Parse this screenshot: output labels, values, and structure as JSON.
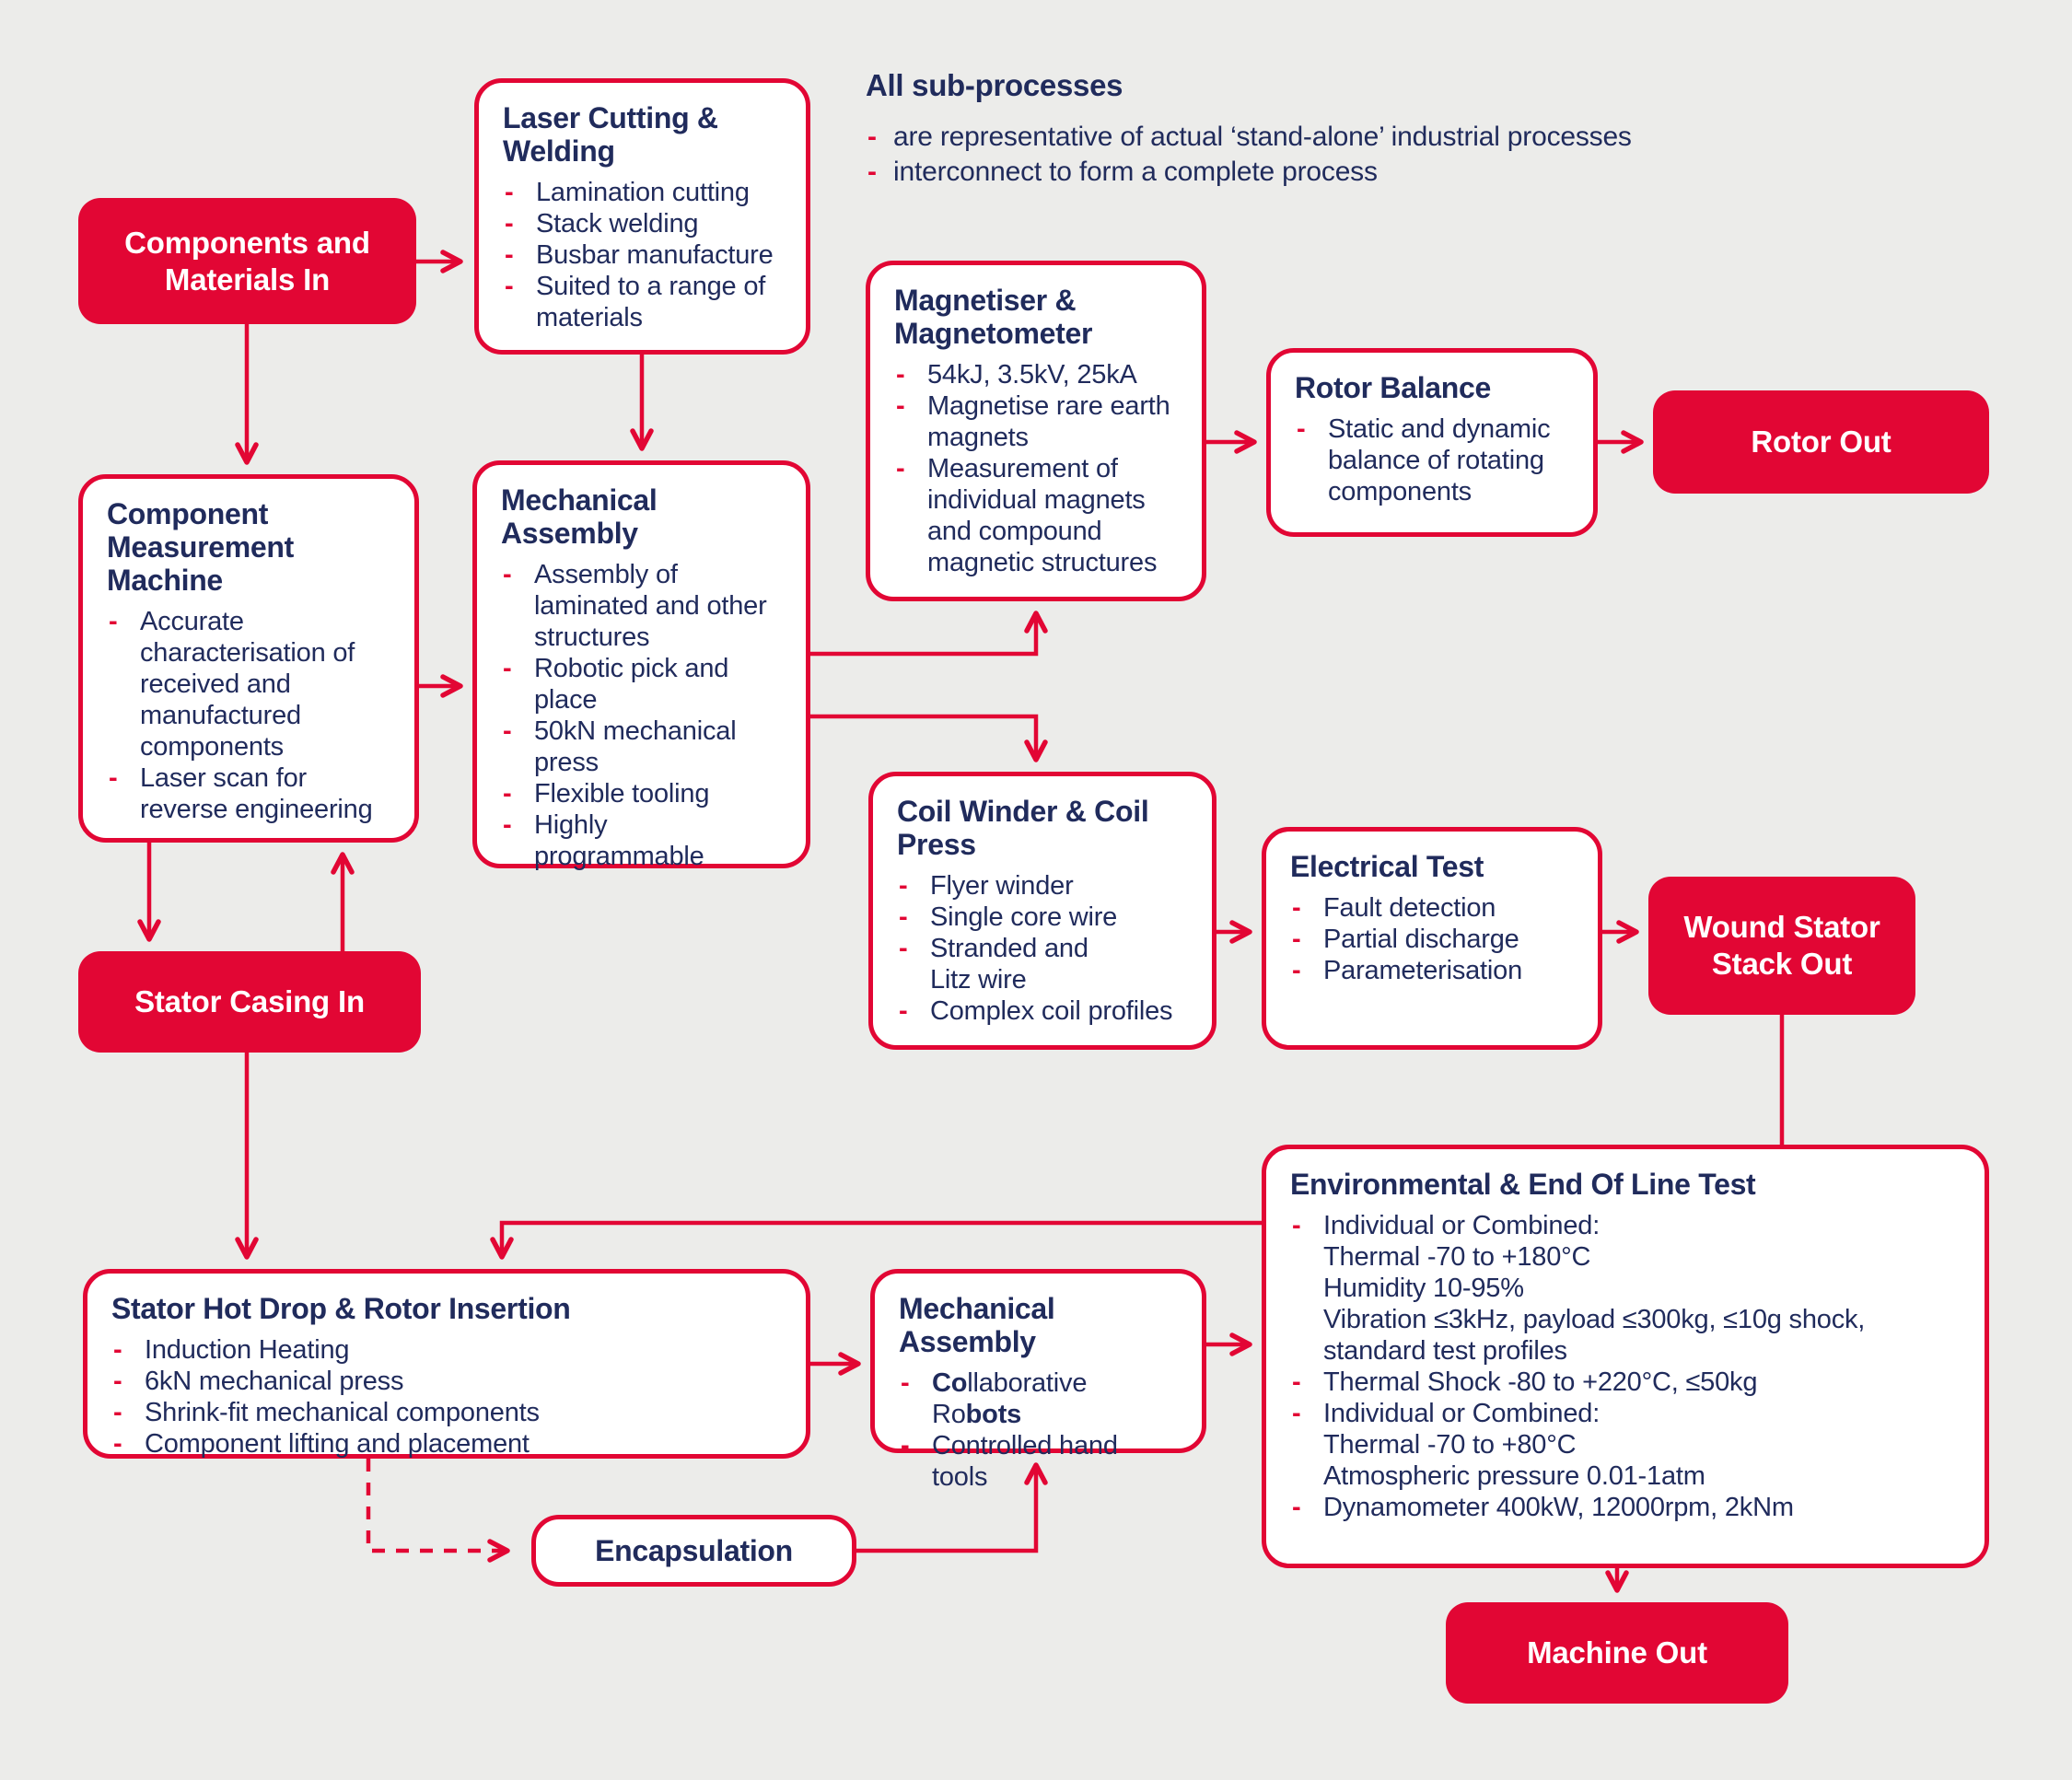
{
  "palette": {
    "red": "#E20634",
    "navy": "#202B5C",
    "background": "#ECECEA",
    "box_fill": "#FFFFFF"
  },
  "glyphs": {
    "bullet_dash": "-"
  },
  "note": {
    "title": "All sub-processes",
    "bullets": [
      {
        "d": 1,
        "t": "are representative of actual ‘stand-alone’ industrial processes"
      },
      {
        "d": 1,
        "t": "interconnect to form a complete process"
      }
    ]
  },
  "io_boxes": {
    "components_in": {
      "label": "Components and Materials In"
    },
    "stator_casing_in": {
      "label": "Stator Casing In"
    },
    "rotor_out": {
      "label": "Rotor Out"
    },
    "wound_stator_out": {
      "label": "Wound Stator Stack Out"
    },
    "machine_out": {
      "label": "Machine Out"
    }
  },
  "process_boxes": {
    "laser": {
      "title": "Laser Cutting & Welding",
      "bullets": [
        {
          "d": 1,
          "t": "Lamination cutting"
        },
        {
          "d": 1,
          "t": "Stack welding"
        },
        {
          "d": 1,
          "t": "Busbar manufacture"
        },
        {
          "d": 1,
          "t": "Suited to a range of materials"
        }
      ]
    },
    "cmm": {
      "title": "Component Measurement Machine",
      "bullets": [
        {
          "d": 1,
          "t": "Accurate characterisation of received and manufactured components"
        },
        {
          "d": 1,
          "t": "Laser scan for reverse engineering"
        }
      ]
    },
    "mech1": {
      "title": "Mechanical Assembly",
      "bullets": [
        {
          "d": 1,
          "t": "Assembly of laminated and other structures"
        },
        {
          "d": 1,
          "t": "Robotic pick and place"
        },
        {
          "d": 1,
          "t": "50kN mechanical press"
        },
        {
          "d": 1,
          "t": "Flexible tooling"
        },
        {
          "d": 1,
          "t": "Highly"
        },
        {
          "d": 0,
          "t": "programmable"
        }
      ]
    },
    "magnetiser": {
      "title": "Magnetiser & Magnetometer",
      "bullets": [
        {
          "d": 1,
          "t": "54kJ, 3.5kV, 25kA"
        },
        {
          "d": 1,
          "t": "Magnetise rare earth magnets"
        },
        {
          "d": 1,
          "t": "Measurement of individual magnets and compound magnetic structures"
        }
      ]
    },
    "rotor_balance": {
      "title": "Rotor Balance",
      "bullets": [
        {
          "d": 1,
          "t": "Static and dynamic balance of rotating components"
        }
      ]
    },
    "coil": {
      "title": "Coil Winder & Coil Press",
      "bullets": [
        {
          "d": 1,
          "t": "Flyer winder"
        },
        {
          "d": 1,
          "t": "Single core wire"
        },
        {
          "d": 1,
          "t": "Stranded and"
        },
        {
          "d": 0,
          "t": "Litz wire"
        },
        {
          "d": 1,
          "t": "Complex coil profiles"
        }
      ]
    },
    "elect": {
      "title": "Electrical Test",
      "bullets": [
        {
          "d": 1,
          "t": "Fault detection"
        },
        {
          "d": 1,
          "t": "Partial discharge"
        },
        {
          "d": 1,
          "t": "Parameterisation"
        }
      ]
    },
    "hot_drop": {
      "title": "Stator Hot Drop & Rotor Insertion",
      "bullets": [
        {
          "d": 1,
          "t": "Induction Heating"
        },
        {
          "d": 1,
          "t": "6kN mechanical press"
        },
        {
          "d": 1,
          "t": "Shrink-fit mechanical components"
        },
        {
          "d": 1,
          "t": "Component lifting and placement"
        }
      ]
    },
    "mech2": {
      "title": "Mechanical Assembly",
      "bullets": [
        {
          "d": 1,
          "t": [
            {
              "t": "Co",
              "b": 1
            },
            {
              "t": "llaborative Ro"
            },
            {
              "t": "bots",
              "b": 1
            }
          ]
        },
        {
          "d": 1,
          "t": "Controlled hand tools"
        }
      ]
    },
    "encapsulation": {
      "title": "Encapsulation"
    },
    "env": {
      "title": "Environmental & End Of Line Test",
      "bullets": [
        {
          "d": 1,
          "t": "Individual or Combined:"
        },
        {
          "d": 0,
          "t": "Thermal -70 to +180°C"
        },
        {
          "d": 0,
          "t": "Humidity 10-95%"
        },
        {
          "d": 0,
          "t": "Vibration ≤3kHz, payload ≤300kg, ≤10g shock,"
        },
        {
          "d": 0,
          "t": "standard test profiles"
        },
        {
          "d": 1,
          "t": "Thermal Shock -80 to +220°C, ≤50kg"
        },
        {
          "d": 1,
          "t": "Individual or Combined:"
        },
        {
          "d": 0,
          "t": "Thermal -70 to +80°C"
        },
        {
          "d": 0,
          "t": "Atmospheric pressure 0.01-1atm"
        },
        {
          "d": 1,
          "t": "Dynamometer 400kW, 12000rpm, 2kNm"
        }
      ]
    }
  }
}
